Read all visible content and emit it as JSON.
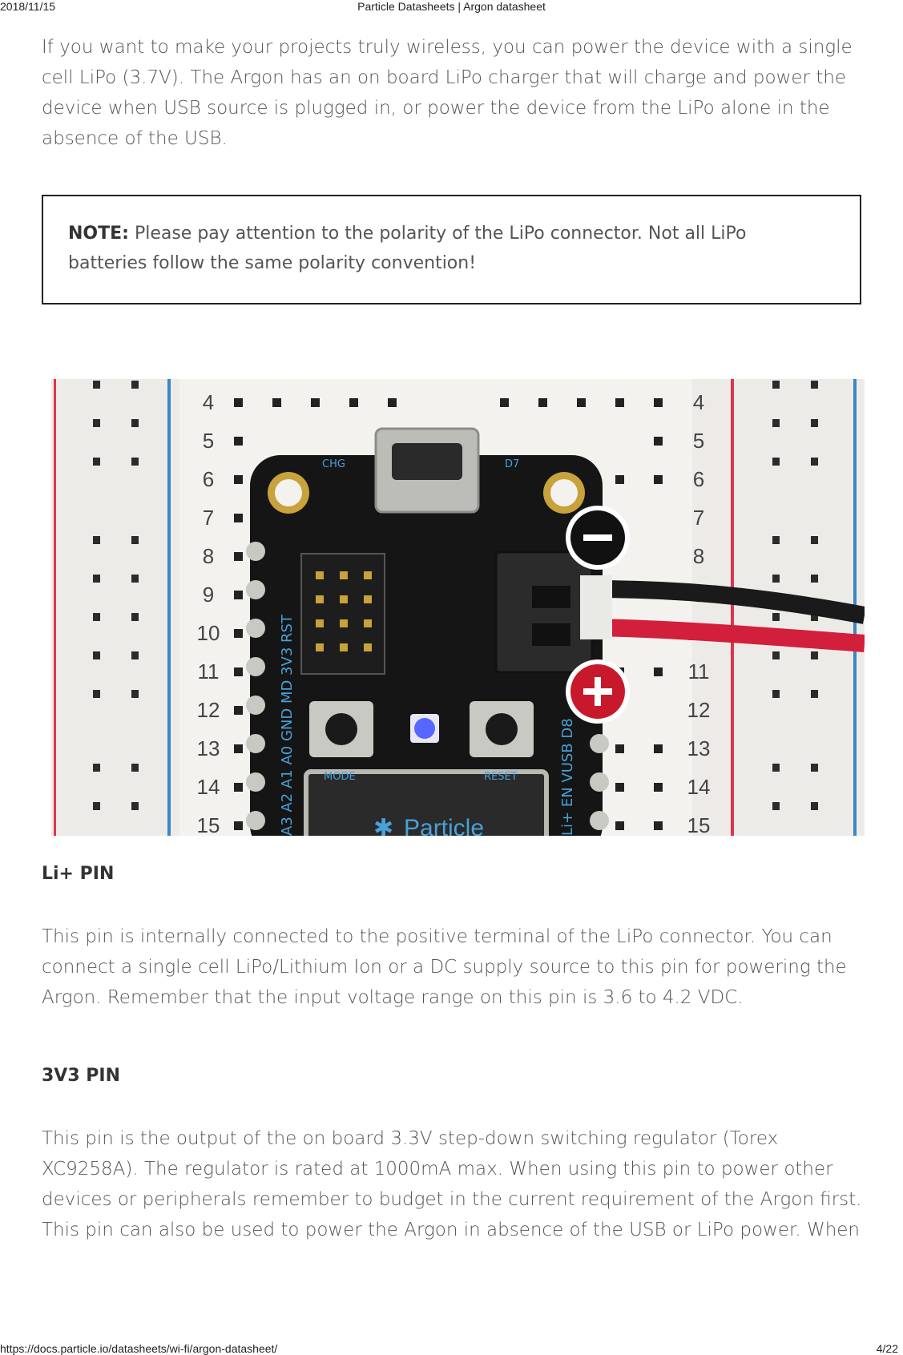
{
  "print_header": {
    "date": "2018/11/15",
    "title": "Particle Datasheets | Argon datasheet"
  },
  "intro_paragraph": "If you want to make your projects truly wireless, you can power the device with a single cell LiPo (3.7V). The Argon has an on board LiPo charger that will charge and power the device when USB source is plugged in, or power the device from the LiPo alone in the absence of the USB.",
  "note": {
    "label": "NOTE:",
    "text": "Please pay attention to the polarity of the LiPo connector. Not all LiPo batteries follow the same polarity convention!"
  },
  "photo": {
    "row_numbers": [
      "4",
      "5",
      "6",
      "7",
      "8",
      "9",
      "10",
      "11",
      "12",
      "13",
      "14",
      "15"
    ],
    "board_pin_label": "A3  A2  A1  A0 GND MD 3V3 RST",
    "board_right_label": "Li+ EN VUSB D8",
    "mode_label": "MODE",
    "reset_label": "RESET",
    "chg_label": "CHG",
    "d7_label": "D7",
    "brand": "Particle",
    "minus_symbol": "−",
    "plus_symbol": "+",
    "colors": {
      "breadboard": "#ecebe8",
      "rail_red": "#d9364f",
      "rail_blue": "#3b86c6",
      "board": "#151515",
      "silk_blue": "#4aa0d8",
      "wire_red": "#d21f3c",
      "wire_black": "#1a1a1a"
    }
  },
  "sections": [
    {
      "heading": "Li+ PIN",
      "body": "This pin is internally connected to the positive terminal of the LiPo connector. You can connect a single cell LiPo/Lithium Ion or a DC supply source to this pin for powering the Argon. Remember that the input voltage range on this pin is 3.6 to 4.2 VDC."
    },
    {
      "heading": "3V3 PIN",
      "body": "This pin is the output of the on board 3.3V step-down switching regulator (Torex XC9258A). The regulator is rated at 1000mA max. When using this pin to power other devices or peripherals remember to budget in the current requirement of the Argon first. This pin can also be used to power the Argon in absence of the USB or LiPo power. When"
    }
  ],
  "print_footer": {
    "url": "https://docs.particle.io/datasheets/wi-fi/argon-datasheet/",
    "page": "4/22"
  }
}
